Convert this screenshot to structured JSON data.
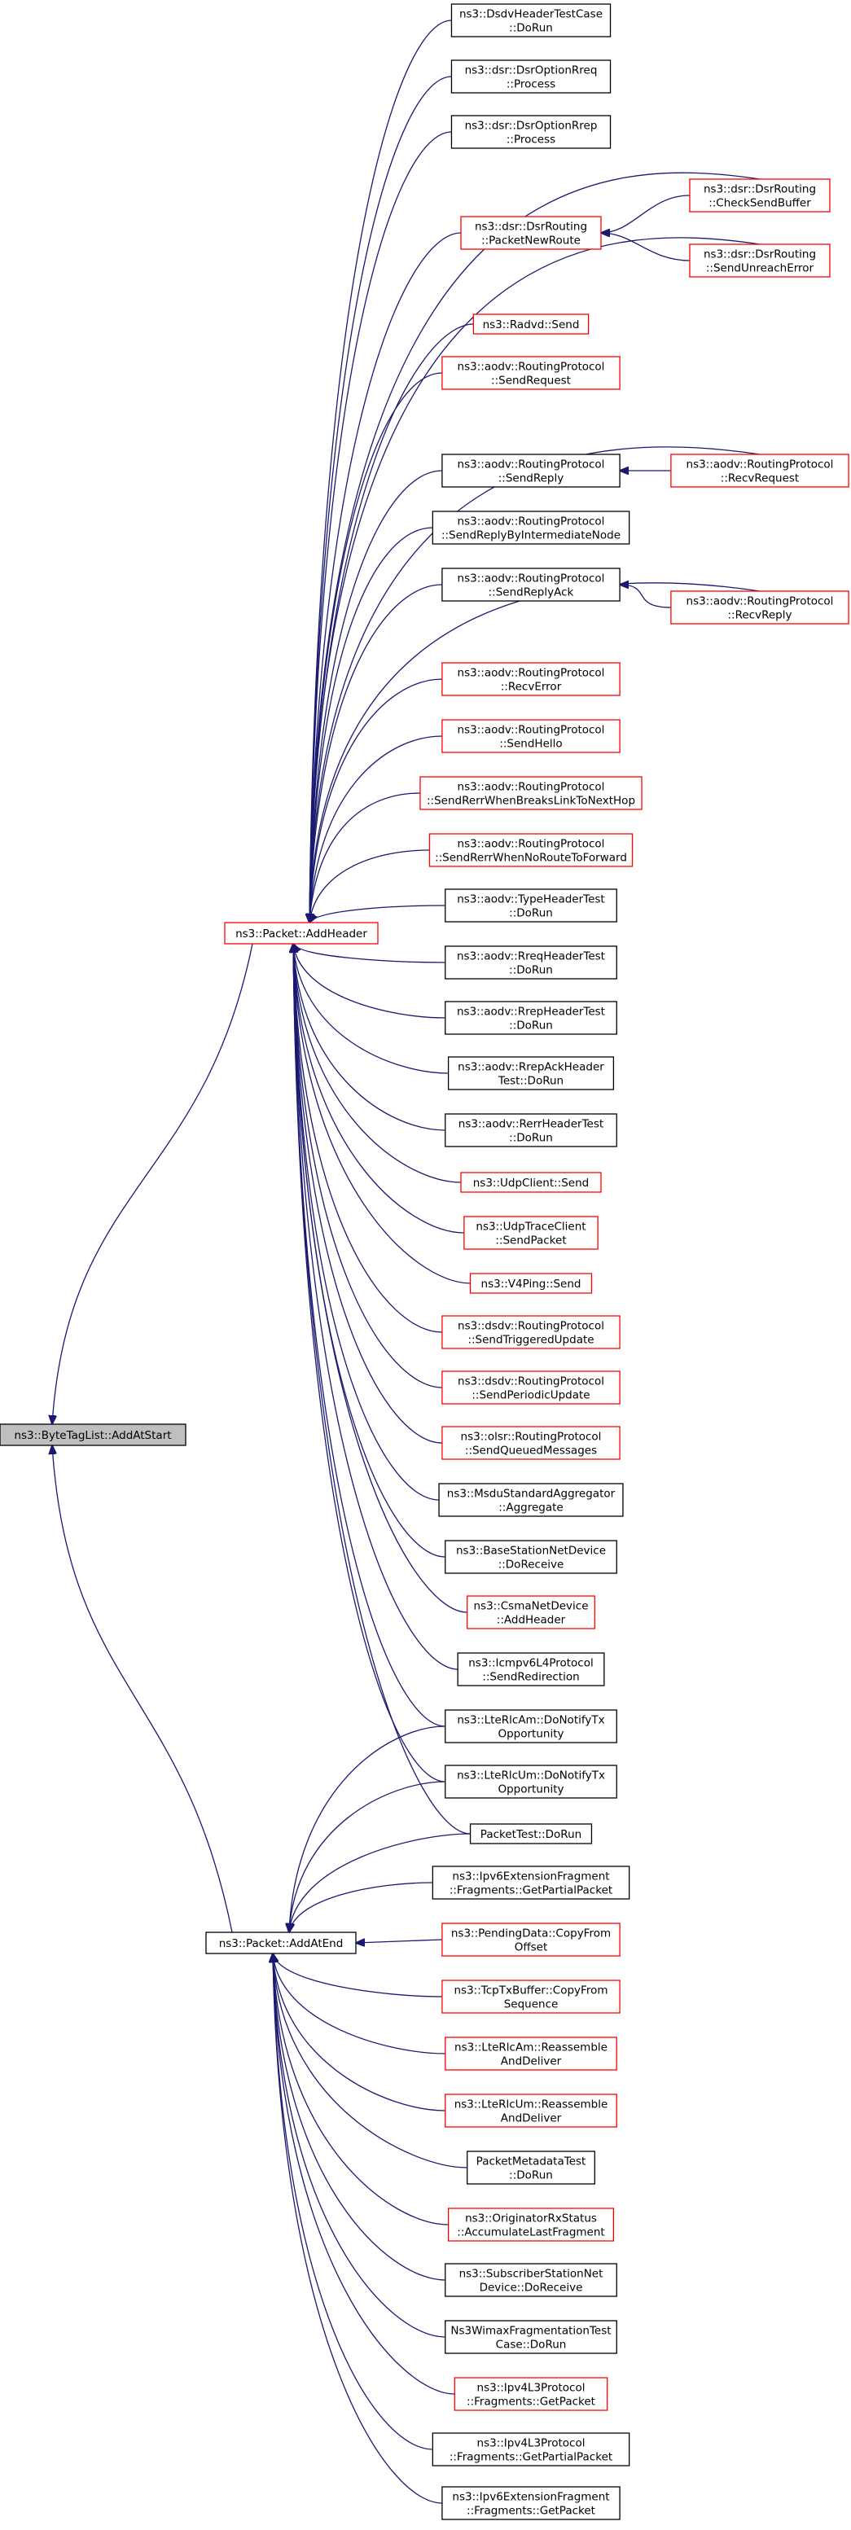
{
  "root": {
    "label": [
      "ns3::ByteTagList::AddAtStart"
    ],
    "style": "gray"
  },
  "hubs": {
    "add_header": {
      "label": [
        "ns3::Packet::AddHeader"
      ],
      "style": "red"
    },
    "add_at_end": {
      "label": [
        "ns3::Packet::AddAtEnd"
      ],
      "style": "black"
    }
  },
  "callers": [
    {
      "label": [
        "ns3::DsdvHeaderTestCase",
        "::DoRun"
      ],
      "style": "black",
      "calls": [
        "add_header"
      ]
    },
    {
      "label": [
        "ns3::dsr::DsrOptionRreq",
        "::Process"
      ],
      "style": "black",
      "calls": [
        "add_header"
      ]
    },
    {
      "label": [
        "ns3::dsr::DsrOptionRrep",
        "::Process"
      ],
      "style": "black",
      "calls": [
        "add_header"
      ]
    },
    {
      "label": [
        "ns3::dsr::DsrRouting",
        "::PacketNewRoute"
      ],
      "style": "red",
      "calls": [
        "add_header"
      ]
    },
    {
      "label": [
        "ns3::Radvd::Send"
      ],
      "style": "red",
      "calls": [
        "add_header"
      ]
    },
    {
      "label": [
        "ns3::aodv::RoutingProtocol",
        "::SendRequest"
      ],
      "style": "red",
      "calls": [
        "add_header"
      ]
    },
    {
      "label": [
        "ns3::aodv::RoutingProtocol",
        "::SendReply"
      ],
      "style": "black",
      "calls": [
        "add_header"
      ]
    },
    {
      "label": [
        "ns3::aodv::RoutingProtocol",
        "::SendReplyByIntermediateNode"
      ],
      "style": "black",
      "calls": [
        "add_header"
      ]
    },
    {
      "label": [
        "ns3::aodv::RoutingProtocol",
        "::SendReplyAck"
      ],
      "style": "black",
      "calls": [
        "add_header"
      ]
    },
    {
      "label": [
        "ns3::aodv::RoutingProtocol",
        "::RecvError"
      ],
      "style": "red",
      "calls": [
        "add_header"
      ]
    },
    {
      "label": [
        "ns3::aodv::RoutingProtocol",
        "::SendHello"
      ],
      "style": "red",
      "calls": [
        "add_header"
      ]
    },
    {
      "label": [
        "ns3::aodv::RoutingProtocol",
        "::SendRerrWhenBreaksLinkToNextHop"
      ],
      "style": "red",
      "calls": [
        "add_header"
      ]
    },
    {
      "label": [
        "ns3::aodv::RoutingProtocol",
        "::SendRerrWhenNoRouteToForward"
      ],
      "style": "red",
      "calls": [
        "add_header"
      ]
    },
    {
      "label": [
        "ns3::aodv::TypeHeaderTest",
        "::DoRun"
      ],
      "style": "black",
      "calls": [
        "add_header"
      ]
    },
    {
      "label": [
        "ns3::aodv::RreqHeaderTest",
        "::DoRun"
      ],
      "style": "black",
      "calls": [
        "add_header"
      ]
    },
    {
      "label": [
        "ns3::aodv::RrepHeaderTest",
        "::DoRun"
      ],
      "style": "black",
      "calls": [
        "add_header"
      ]
    },
    {
      "label": [
        "ns3::aodv::RrepAckHeader",
        "Test::DoRun"
      ],
      "style": "black",
      "calls": [
        "add_header"
      ]
    },
    {
      "label": [
        "ns3::aodv::RerrHeaderTest",
        "::DoRun"
      ],
      "style": "black",
      "calls": [
        "add_header"
      ]
    },
    {
      "label": [
        "ns3::UdpClient::Send"
      ],
      "style": "red",
      "calls": [
        "add_header"
      ]
    },
    {
      "label": [
        "ns3::UdpTraceClient",
        "::SendPacket"
      ],
      "style": "red",
      "calls": [
        "add_header"
      ]
    },
    {
      "label": [
        "ns3::V4Ping::Send"
      ],
      "style": "red",
      "calls": [
        "add_header"
      ]
    },
    {
      "label": [
        "ns3::dsdv::RoutingProtocol",
        "::SendTriggeredUpdate"
      ],
      "style": "red",
      "calls": [
        "add_header"
      ]
    },
    {
      "label": [
        "ns3::dsdv::RoutingProtocol",
        "::SendPeriodicUpdate"
      ],
      "style": "red",
      "calls": [
        "add_header"
      ]
    },
    {
      "label": [
        "ns3::olsr::RoutingProtocol",
        "::SendQueuedMessages"
      ],
      "style": "red",
      "calls": [
        "add_header"
      ]
    },
    {
      "label": [
        "ns3::MsduStandardAggregator",
        "::Aggregate"
      ],
      "style": "black",
      "calls": [
        "add_header"
      ]
    },
    {
      "label": [
        "ns3::BaseStationNetDevice",
        "::DoReceive"
      ],
      "style": "black",
      "calls": [
        "add_header"
      ]
    },
    {
      "label": [
        "ns3::CsmaNetDevice",
        "::AddHeader"
      ],
      "style": "red",
      "calls": [
        "add_header"
      ]
    },
    {
      "label": [
        "ns3::Icmpv6L4Protocol",
        "::SendRedirection"
      ],
      "style": "black",
      "calls": [
        "add_header"
      ]
    },
    {
      "label": [
        "ns3::LteRlcAm::DoNotifyTx",
        "Opportunity"
      ],
      "style": "black",
      "calls": [
        "add_header",
        "add_at_end"
      ]
    },
    {
      "label": [
        "ns3::LteRlcUm::DoNotifyTx",
        "Opportunity"
      ],
      "style": "black",
      "calls": [
        "add_header",
        "add_at_end"
      ]
    },
    {
      "label": [
        "PacketTest::DoRun"
      ],
      "style": "black",
      "calls": [
        "add_header",
        "add_at_end"
      ]
    },
    {
      "label": [
        "ns3::Ipv6ExtensionFragment",
        "::Fragments::GetPartialPacket"
      ],
      "style": "black",
      "calls": [
        "add_at_end"
      ]
    },
    {
      "label": [
        "ns3::PendingData::CopyFrom",
        "Offset"
      ],
      "style": "red",
      "calls": [
        "add_at_end"
      ]
    },
    {
      "label": [
        "ns3::TcpTxBuffer::CopyFrom",
        "Sequence"
      ],
      "style": "red",
      "calls": [
        "add_at_end"
      ]
    },
    {
      "label": [
        "ns3::LteRlcAm::Reassemble",
        "AndDeliver"
      ],
      "style": "red",
      "calls": [
        "add_at_end"
      ]
    },
    {
      "label": [
        "ns3::LteRlcUm::Reassemble",
        "AndDeliver"
      ],
      "style": "red",
      "calls": [
        "add_at_end"
      ]
    },
    {
      "label": [
        "PacketMetadataTest",
        "::DoRun"
      ],
      "style": "black",
      "calls": [
        "add_at_end"
      ]
    },
    {
      "label": [
        "ns3::OriginatorRxStatus",
        "::AccumulateLastFragment"
      ],
      "style": "red",
      "calls": [
        "add_at_end"
      ]
    },
    {
      "label": [
        "ns3::SubscriberStationNet",
        "Device::DoReceive"
      ],
      "style": "black",
      "calls": [
        "add_at_end"
      ]
    },
    {
      "label": [
        "Ns3WimaxFragmentationTest",
        "Case::DoRun"
      ],
      "style": "black",
      "calls": [
        "add_at_end"
      ]
    },
    {
      "label": [
        "ns3::Ipv4L3Protocol",
        "::Fragments::GetPacket"
      ],
      "style": "red",
      "calls": [
        "add_at_end"
      ]
    },
    {
      "label": [
        "ns3::Ipv4L3Protocol",
        "::Fragments::GetPartialPacket"
      ],
      "style": "black",
      "calls": [
        "add_at_end"
      ]
    },
    {
      "label": [
        "ns3::Ipv6ExtensionFragment",
        "::Fragments::GetPacket"
      ],
      "style": "black",
      "calls": [
        "add_at_end"
      ]
    }
  ],
  "outer_callers": [
    {
      "label": [
        "ns3::dsr::DsrRouting",
        "::CheckSendBuffer"
      ],
      "style": "red",
      "calls": [
        3,
        "add_header"
      ]
    },
    {
      "label": [
        "ns3::dsr::DsrRouting",
        "::SendUnreachError"
      ],
      "style": "red",
      "calls": [
        3,
        "add_header"
      ]
    },
    {
      "label": [
        "ns3::aodv::RoutingProtocol",
        "::RecvRequest"
      ],
      "style": "red",
      "calls": [
        6,
        "add_header"
      ]
    },
    {
      "label": [
        "ns3::aodv::RoutingProtocol",
        "::RecvReply"
      ],
      "style": "red",
      "calls": [
        8,
        "add_header"
      ]
    }
  ]
}
